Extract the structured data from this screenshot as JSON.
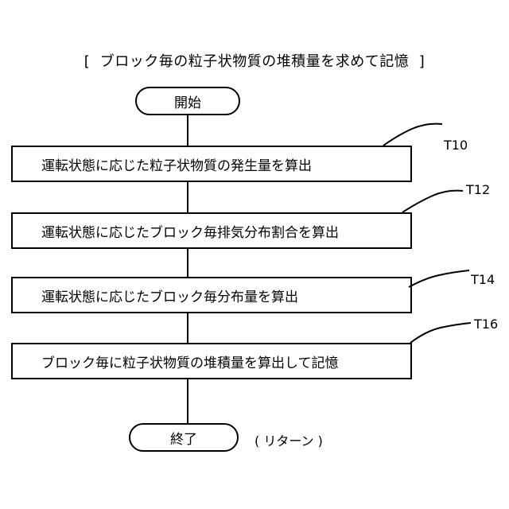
{
  "title": "[  ブロック毎の粒子状物質の堆積量を求めて記憶  ]",
  "start_label": "開始",
  "end_label": "終了",
  "end_note": "( リターン )",
  "steps": [
    {
      "tag": "T10",
      "text": "運転状態に応じた粒子状物質の発生量を算出"
    },
    {
      "tag": "T12",
      "text": "運転状態に応じたブロック毎排気分布割合を算出"
    },
    {
      "tag": "T14",
      "text": "運転状態に応じたブロック毎分布量を算出"
    },
    {
      "tag": "T16",
      "text": "ブロック毎に粒子状物質の堆積量を算出して記憶"
    }
  ]
}
